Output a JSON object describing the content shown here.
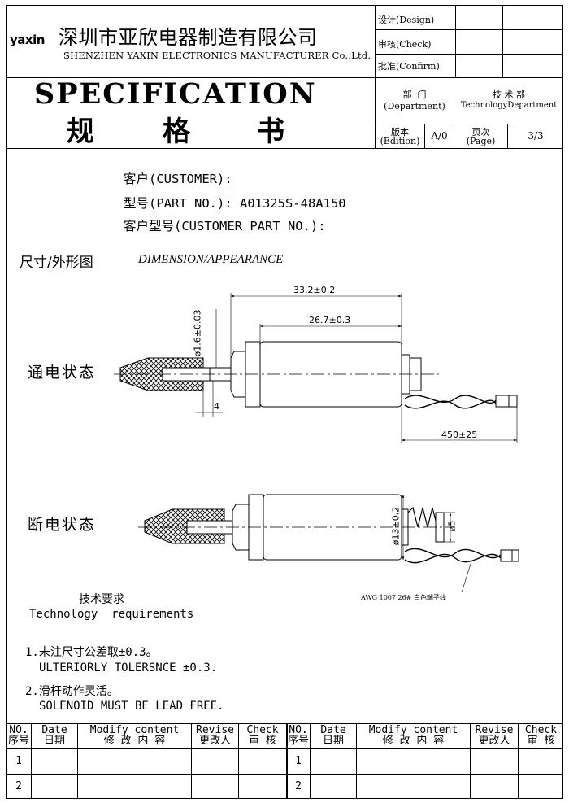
{
  "header": {
    "logo": "yaxin",
    "company_cn": "深圳市亚欣电器制造有限公司",
    "company_en": "SHENZHEN YAXIN ELECTRONICS MANUFACTURER Co.,Ltd.",
    "approval": {
      "design": "设计(Design)",
      "check": "审核(Check)",
      "confirm": "批准(Confirm)"
    },
    "spec_title": "SPECIFICATION",
    "spec_title_cn": [
      "规",
      "格",
      "书"
    ],
    "department_label_cn": "部  门",
    "department_label_en": "(Department)",
    "department_value_cn": "技 术 部",
    "department_value_en": "TechnologyDepartment",
    "edition_label_cn": "版本",
    "edition_label_en": "(Edition)",
    "edition_value": "A/0",
    "page_label_cn": "页次",
    "page_label_en": "(Page)",
    "page_value": "3/3"
  },
  "info": {
    "customer": "客户(CUSTOMER):",
    "part_no": "型号(PART NO.): A01325S-48A150",
    "customer_part_no": "客户型号(CUSTOMER PART NO.):"
  },
  "dimension": {
    "title_cn": "尺寸/外形图",
    "title_en": "DIMENSION/APPEARANCE",
    "state_on": "通电状态",
    "state_off": "断电状态",
    "dims": {
      "overall_length": "33.2±0.2",
      "body_length": "26.7±0.3",
      "plunger_dia": "ø1.6±0.03",
      "stroke": "4",
      "lead_length": "450±25",
      "body_dia": "ø13±0.2",
      "end_dia": "ø5"
    },
    "wire_note": "AWG 1007 26# 白色端子线"
  },
  "requirements": {
    "title_cn": "技术要求",
    "title_en": "Technology  requirements",
    "items": [
      {
        "cn": "1.未注尺寸公差取±0.3。",
        "en": "ULTERIORLY TOLERSNCE ±0.3."
      },
      {
        "cn": "2.滑杆动作灵活。",
        "en": "SOLENOID MUST BE LEAD FREE."
      }
    ]
  },
  "revision_table": {
    "headers": [
      {
        "en": "NO.",
        "cn": "序号"
      },
      {
        "en": "Date",
        "cn": "日期"
      },
      {
        "en": "Modify content",
        "cn": "修 改 内 容"
      },
      {
        "en": "Revise",
        "cn": "更改人"
      },
      {
        "en": "Check",
        "cn": "审 核"
      }
    ],
    "rows": [
      "1",
      "2"
    ]
  }
}
